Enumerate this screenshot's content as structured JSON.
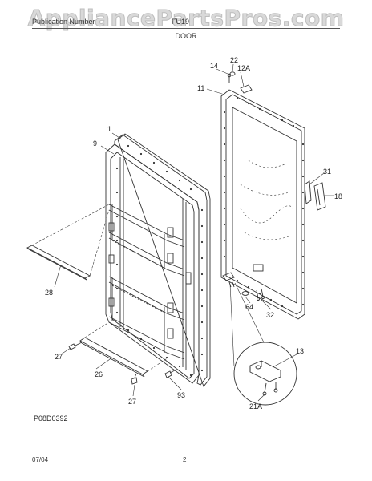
{
  "watermark": "AppliancePartsPros.com",
  "header": {
    "model": "Publication Number",
    "number": "FU19",
    "section": "DOOR"
  },
  "footer": {
    "date": "07/04",
    "page": "2"
  },
  "diagram_code": "P08D0392",
  "callouts": {
    "c1": "1",
    "c9": "9",
    "c11": "11",
    "c12a": "12A",
    "c13": "13",
    "c14": "14",
    "c18": "18",
    "c21a": "21A",
    "c22": "22",
    "c26": "26",
    "c27a": "27",
    "c27b": "27",
    "c28": "28",
    "c31": "31",
    "c32": "32",
    "c64": "64",
    "c93": "93"
  }
}
